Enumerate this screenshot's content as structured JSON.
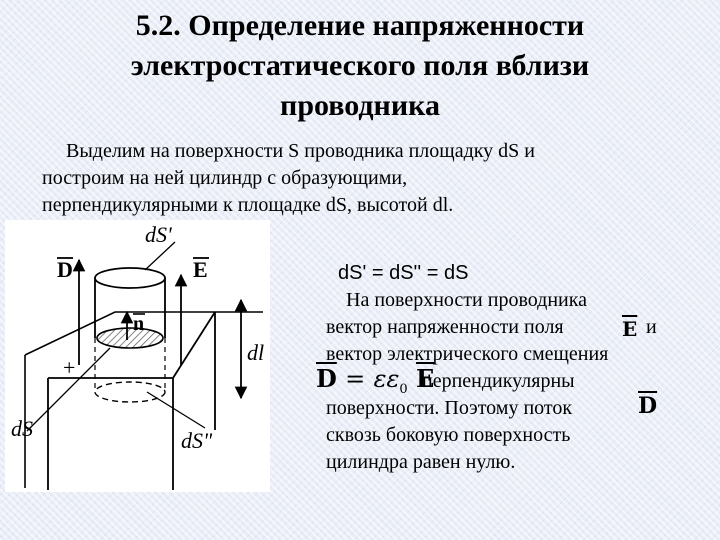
{
  "title": {
    "line1": "5.2. Определение напряженности",
    "line2": "электростатического поля вблизи",
    "line3": "проводника"
  },
  "intro": {
    "line1": "Выделим на поверхности S проводника площадку dS и",
    "line2": "построим на ней цилиндр с образующими,",
    "line3": "перпендикулярными к площадке dS, высотой dl."
  },
  "figure": {
    "label_dS_prime": "dS'",
    "label_D": "D",
    "label_E": "E",
    "label_n": "n",
    "label_dl": "dl",
    "label_plus": "+",
    "label_dS": "dS",
    "label_dS_double": "dS\""
  },
  "right_text": {
    "equation": "dS' = dS'' = dS",
    "line1": "На поверхности проводника",
    "line2_a": "вектор напряженности поля",
    "line2_vec": "E",
    "line2_b": "и",
    "line3": "вектор электрического смещения",
    "formula_D": "D",
    "formula_eq": "=",
    "formula_eps": "εε",
    "formula_sub": "0",
    "formula_E": "E",
    "line4_b": "перпендикулярны",
    "line5_a": "поверхности. Поэтому поток",
    "line5_vec": "D",
    "line6": "сквозь боковую поверхность",
    "line7": "цилиндра равен нулю."
  }
}
